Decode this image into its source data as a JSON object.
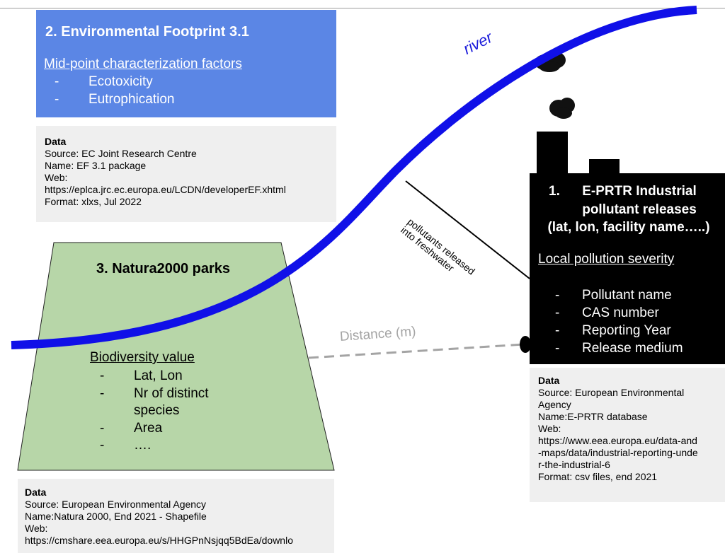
{
  "environmental_footprint": {
    "title": "2. Environmental Footprint 3.1",
    "subtitle": "Mid-point characterization factors",
    "bullet": "-",
    "items": [
      "Ecotoxicity",
      "Eutrophication"
    ]
  },
  "ef_data": {
    "title": "Data",
    "lines": [
      "Source: EC Joint Research Centre",
      "Name: EF 3.1 package",
      "Web:",
      "https://eplca.jrc.ec.europa.eu/LCDN/developerEF.xhtml",
      "Format: xlxs, Jul 2022"
    ]
  },
  "natura": {
    "title": "3. Natura2000 parks",
    "subtitle": "Biodiversity value",
    "bullet": "-",
    "items": [
      "Lat, Lon",
      "Nr of distinct",
      "species",
      "Area",
      "…."
    ]
  },
  "natura_data": {
    "title": "Data",
    "lines": [
      "Source: European Environmental Agency",
      "Name:Natura 2000, End 2021 - Shapefile",
      "Web:",
      "https://cmshare.eea.europa.eu/s/HHGPnNsjqq5BdEa/downlo"
    ]
  },
  "eprtr": {
    "number": "1.",
    "title_lines": [
      "E-PRTR Industrial",
      "pollutant releases",
      "(lat, lon, facility name…..)"
    ],
    "subtitle": "Local pollution severity",
    "bullet": "-",
    "items": [
      "Pollutant name",
      "CAS number",
      "Reporting Year",
      "Release medium"
    ]
  },
  "eprtr_data": {
    "title": "Data",
    "lines": [
      "Source: European Environmental",
      "Agency",
      "Name:E-PRTR database",
      "Web:",
      "https://www.eea.europa.eu/data-and",
      "-maps/data/industrial-reporting-unde",
      "r-the-industrial-6",
      "Format: csv files, end  2021"
    ]
  },
  "labels": {
    "river": "river",
    "distance": "Distance (m)",
    "pollutants_line1": "pollutants released",
    "pollutants_line2": "into freshwater"
  },
  "colors": {
    "ef_box": "#5b86e5",
    "natura_fill": "#b7d6a8",
    "river": "#1010e8",
    "factory": "#000000",
    "data_box": "#efefef",
    "distance_line": "#a4a4a4"
  }
}
